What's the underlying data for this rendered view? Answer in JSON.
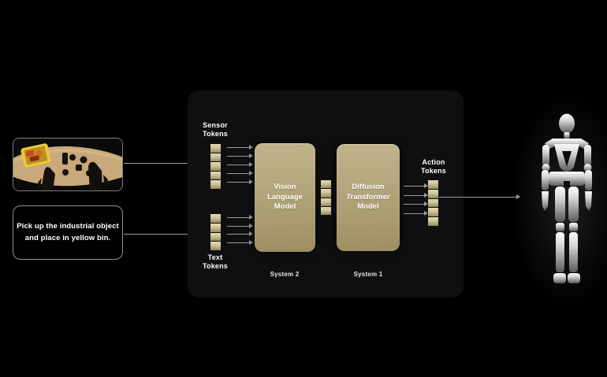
{
  "left_panel": {
    "camera_image_caption": "Robot workspace camera view: two robot grippers over a table with industrial objects and a yellow bin",
    "instruction": "Pick up the industrial object\nand place in yellow bin."
  },
  "pipeline": {
    "sensor_tokens_label": "Sensor\nTokens",
    "text_tokens_label": "Text\nTokens",
    "action_tokens_label": "Action\nTokens",
    "vision_language_model_label": "Vision\nLanguage\nModel",
    "diffusion_transformer_model_label": "Diffusion\nTransformer\nModel",
    "system2_label": "System 2",
    "system1_label": "System 1",
    "token_counts": {
      "sensor": 5,
      "text": 4,
      "latent": 4,
      "action": 5
    }
  },
  "colors": {
    "background": "#000000",
    "panel": "#0f0f11",
    "model_gold_top": "#c0b48c",
    "model_gold_bottom": "#9e8e63",
    "token_light": "#e6dcb2",
    "token_dark": "#958760",
    "arrow_gray": "#9a9a9a",
    "bin_yellow": "#e9c93a",
    "table_tan": "#c9a87c",
    "robot_silver_top": "#f5f5f5",
    "robot_silver_bottom": "#5a5a5a"
  }
}
